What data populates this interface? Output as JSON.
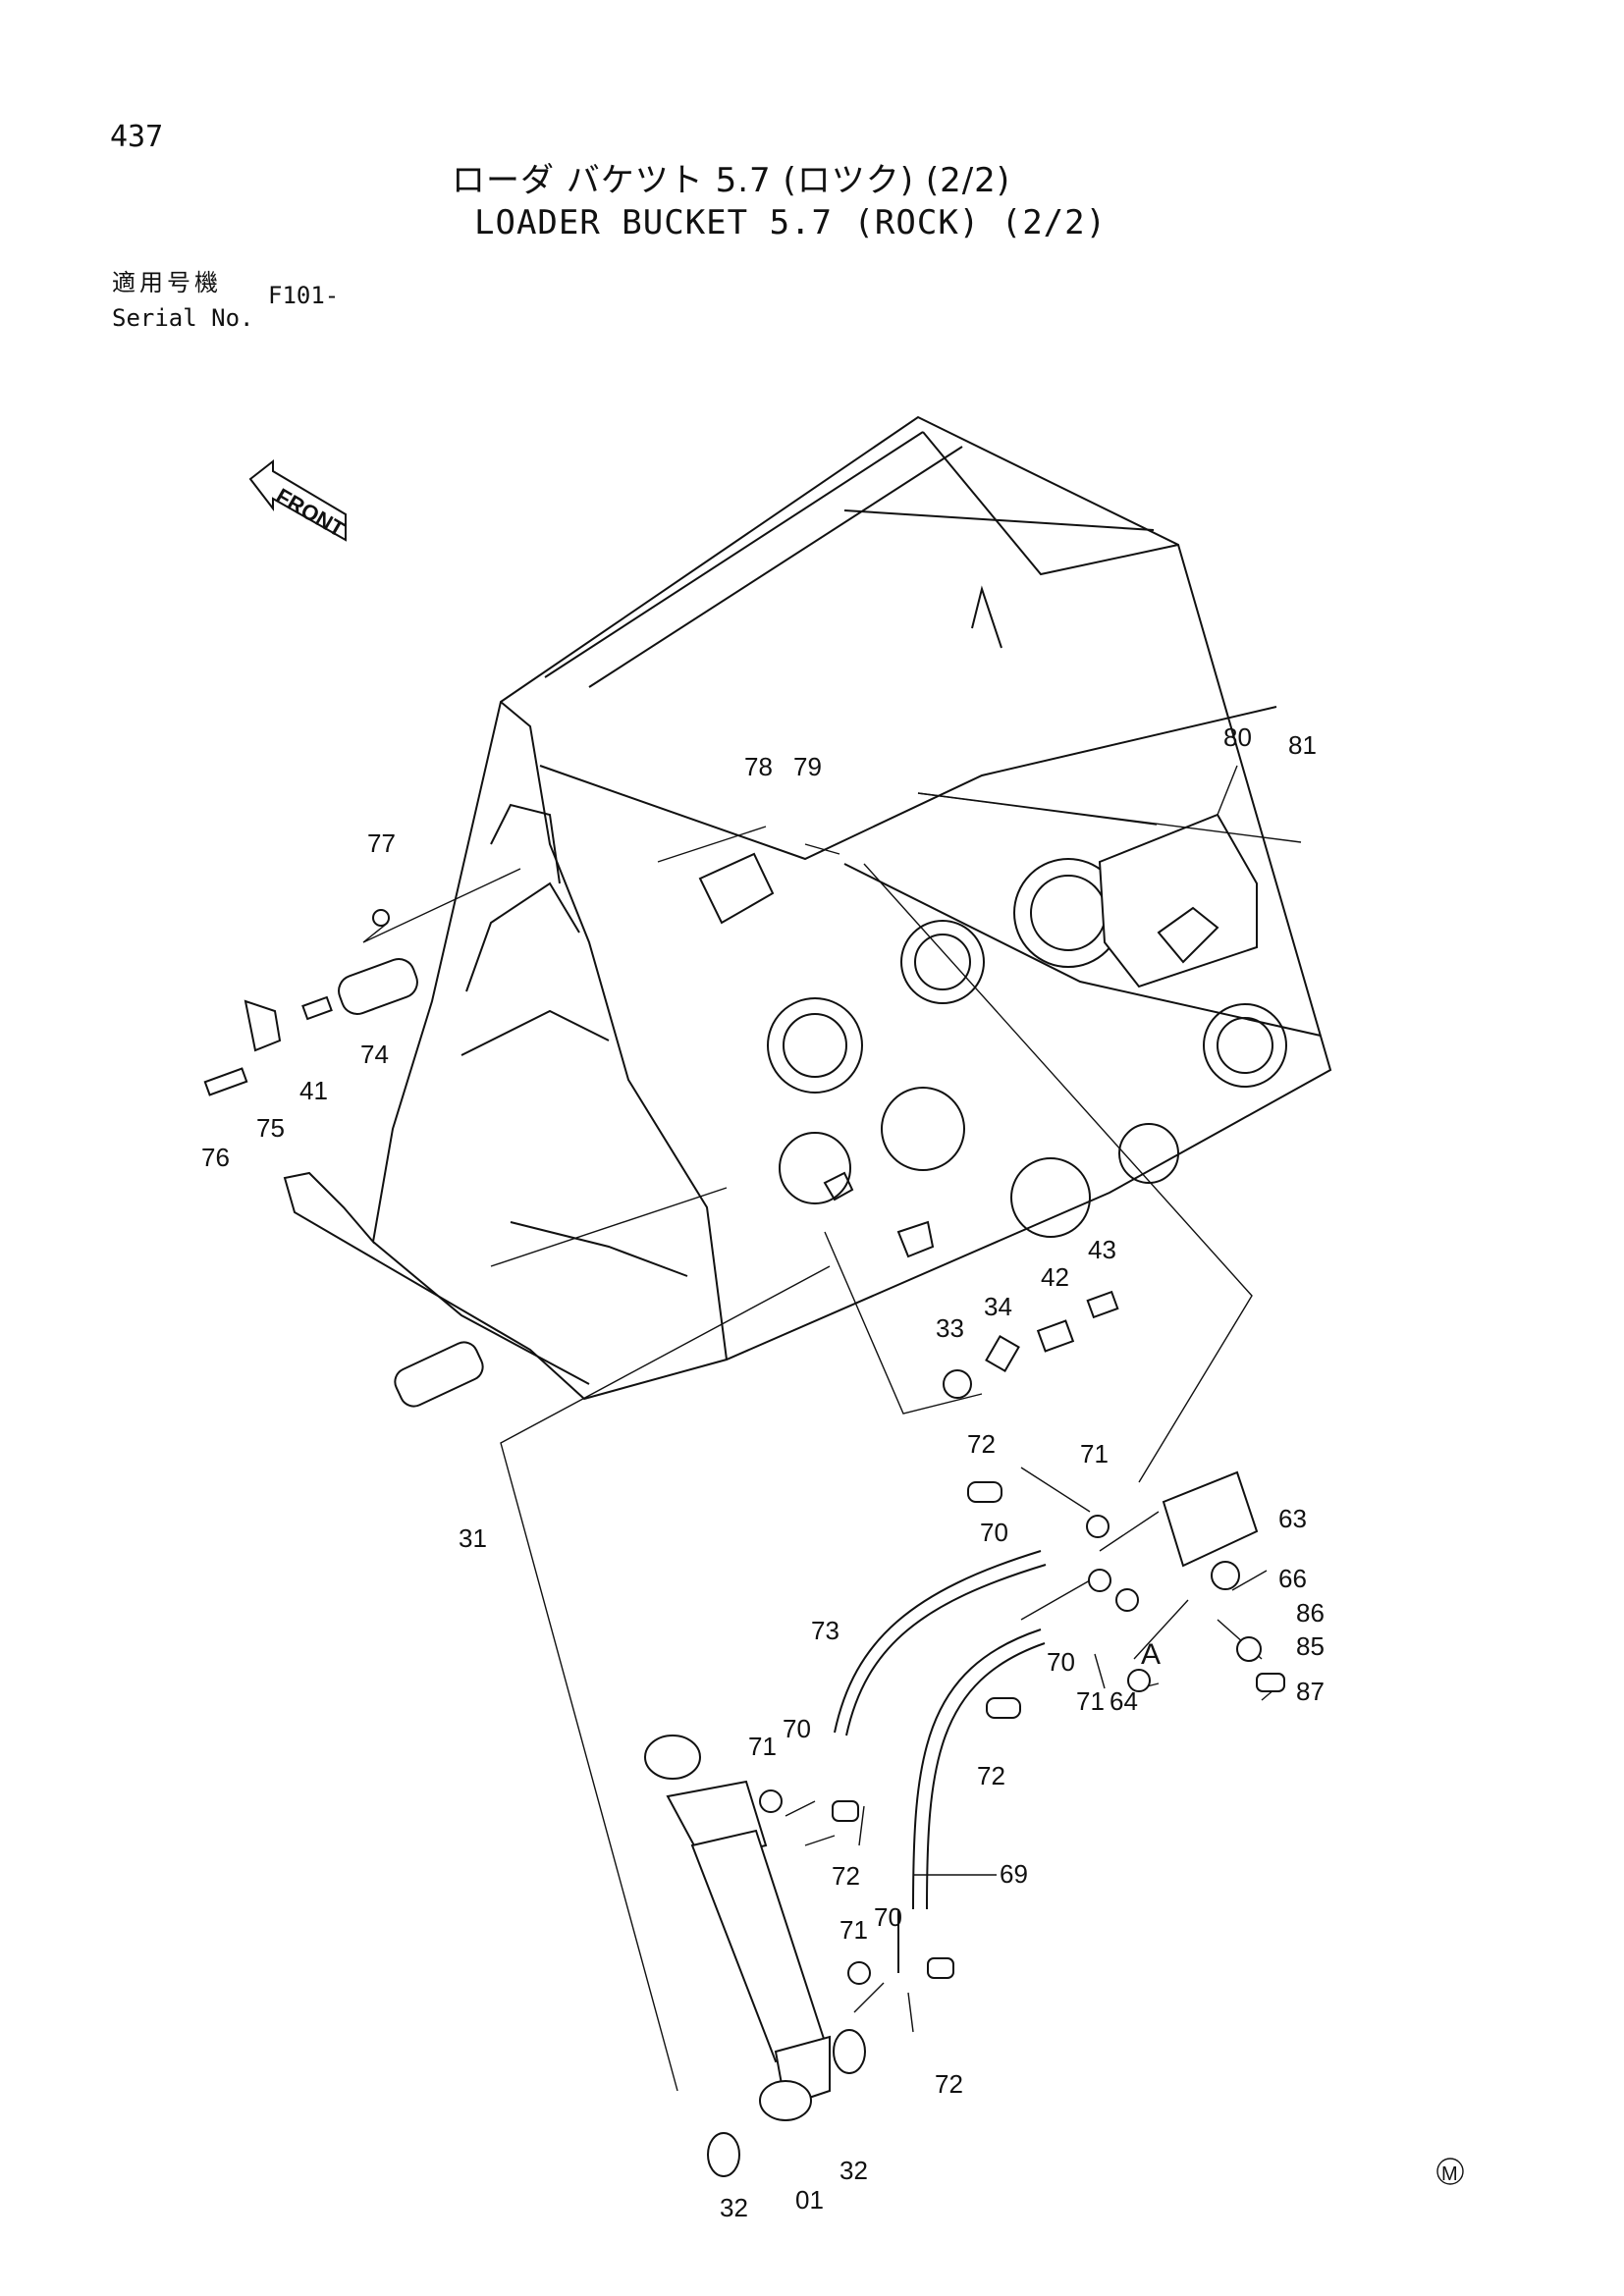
{
  "page": {
    "number": "437"
  },
  "title": {
    "japanese": "ローダ バケツト 5.7 (ロツク) (2/2)",
    "english": "LOADER BUCKET 5.7 (ROCK) (2/2)"
  },
  "serial": {
    "label_jp": "適用号機",
    "label_en": "Serial No.",
    "value": "F101-"
  },
  "front_label": "FRONT",
  "view_label": "A",
  "mark": "M",
  "callouts": [
    "77",
    "78",
    "79",
    "80",
    "81",
    "74",
    "41",
    "75",
    "76",
    "31",
    "33",
    "34",
    "42",
    "43",
    "72",
    "71",
    "70",
    "63",
    "66",
    "86",
    "85",
    "87",
    "73",
    "64",
    "69",
    "32",
    "01"
  ],
  "colors": {
    "ink": "#111111",
    "paper": "#ffffff"
  }
}
